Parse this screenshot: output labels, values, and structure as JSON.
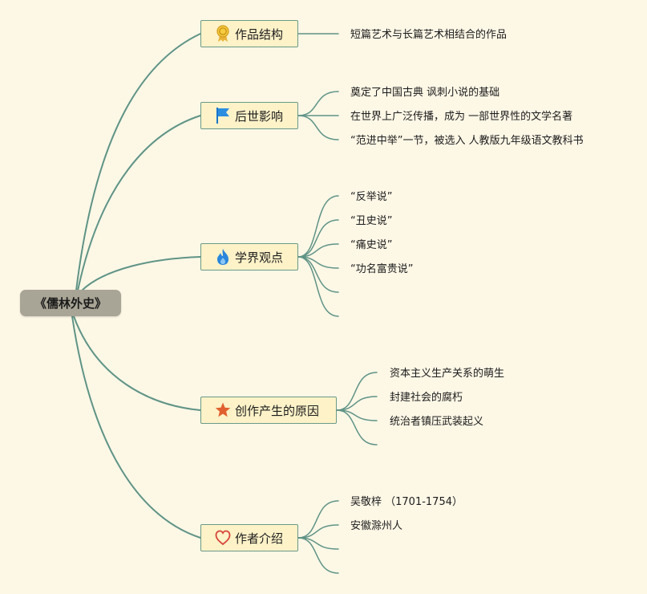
{
  "root": {
    "label": "《儒林外史》"
  },
  "colors": {
    "background": "#fdf7e6",
    "root_fill": "#a9a596",
    "branch_fill": "#fdf2c8",
    "branch_border": "#6a9a88",
    "connector": "#5f9486"
  },
  "branches": [
    {
      "label": "作品结构",
      "icon": "award-ribbon-icon",
      "children": [
        "短篇艺术与长篇艺术相结合的作品"
      ]
    },
    {
      "label": "后世影响",
      "icon": "flag-icon",
      "children": [
        "奠定了中国古典 讽刺小说的基础",
        "在世界上广泛传播，成为 一部世界性的文学名著",
        "“范进中举”一节，被选入 人教版九年级语文教科书"
      ]
    },
    {
      "label": "学界观点",
      "icon": "fire-icon",
      "children": [
        "“反举说”",
        "“丑史说”",
        "“痛史说”",
        "“功名富贵说”",
        "",
        ""
      ]
    },
    {
      "label": "创作产生的原因",
      "icon": "star-icon",
      "children": [
        "资本主义生产关系的萌生",
        "封建社会的腐朽",
        "统治者镇压武装起义",
        ""
      ]
    },
    {
      "label": "作者介绍",
      "icon": "heart-icon",
      "children": [
        "吴敬梓 （1701-1754）",
        "安徽滁州人",
        "",
        ""
      ]
    }
  ]
}
